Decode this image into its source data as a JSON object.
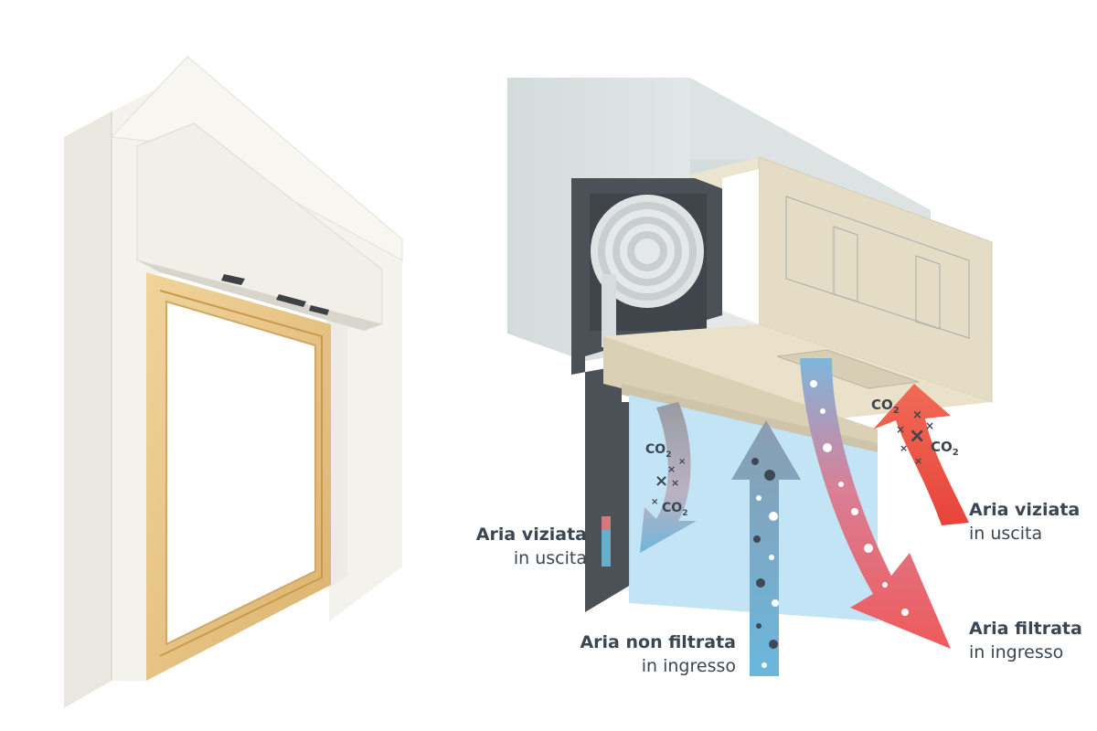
{
  "labels": {
    "stale_left": {
      "title": "Aria viziata",
      "sub": "in uscita"
    },
    "unfiltered": {
      "title": "Aria non filtrata",
      "sub": "in ingresso"
    },
    "stale_right": {
      "title": "Aria viziata",
      "sub": "in uscita"
    },
    "filtered": {
      "title": "Aria filtrata",
      "sub": "in ingresso"
    }
  },
  "co2": {
    "text": "CO",
    "subscript": "2"
  },
  "colors": {
    "frame_white": "#f3f1ea",
    "wood": "#e9c98c",
    "box_beige": "#e4dcc5",
    "wall_grey": "#dde3e3",
    "insulation": "#4a5056",
    "glass_blue": "#bfe3f4",
    "arrow_blue": "#6ab7dd",
    "arrow_red": "#e8433a",
    "label_text": "#3c4650"
  }
}
